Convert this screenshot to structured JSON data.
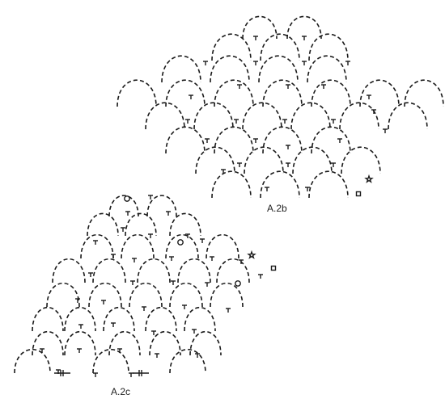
{
  "diagrams": [
    {
      "id": "a2b",
      "label": "A.2b"
    },
    {
      "id": "a2c",
      "label": "A.2c"
    }
  ],
  "legend_marks": {
    "star": "☆",
    "square": "□",
    "circle": "○"
  },
  "colors": {
    "ink": "#1a1a1a",
    "background": "#ffffff"
  }
}
